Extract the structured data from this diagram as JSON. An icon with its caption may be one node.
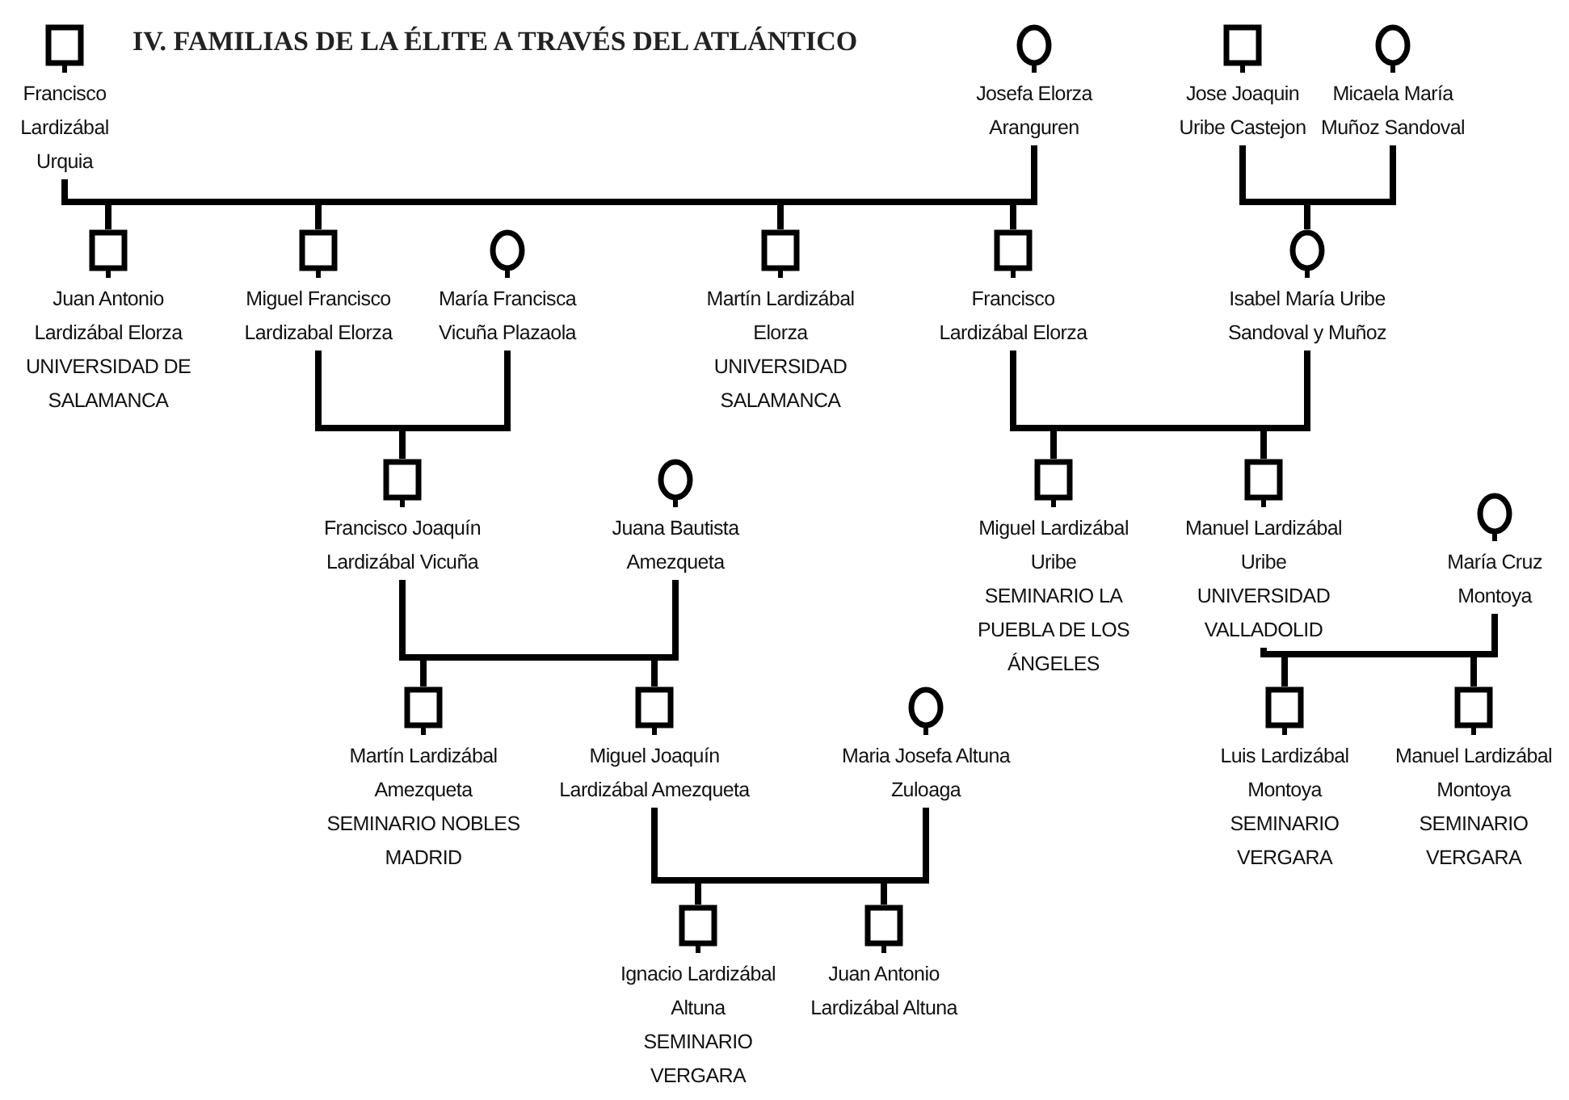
{
  "diagram": {
    "title": "IV. FAMILIAS DE LA ÉLITE A TRAVÉS DEL ATLÁNTICO",
    "nodes": [
      {
        "text": [],
        "shape": "box",
        "beside": [
          "Francisco Lardizábal Urquia"
        ]
      },
      {
        "text": [],
        "shape": "circle",
        "beside": [
          "Josefa Elorza Aranguren"
        ]
      },
      {
        "text": [],
        "shape": "box",
        "beside": [
          "Jose Joaquin Uribe Castejon"
        ]
      },
      {
        "text": [],
        "shape": "circle",
        "beside": [
          "Micaela María Muñoz Sandoval"
        ]
      },
      {
        "text": [],
        "shape": "box",
        "beside": [
          "Juan Antonio Lardizábal Elorza",
          "UNIVERSIDAD DE SALAMANCA"
        ]
      },
      {
        "text": [],
        "shape": "box",
        "beside": [
          "Miguel Francisco Lardizabal Elorza"
        ]
      },
      {
        "text": [],
        "shape": "circle",
        "beside": [
          "María Francisca Vicuña Plazaola"
        ]
      },
      {
        "text": [],
        "shape": "box",
        "beside": [
          "Martín Lardizábal Elorza",
          "UNIVERSIDAD SALAMANCA"
        ]
      },
      {
        "text": [],
        "shape": "box",
        "beside": [
          "Francisco Lardizábal Elorza"
        ]
      },
      {
        "text": [],
        "shape": "circle",
        "beside": [
          "Isabel María Uribe Sandoval y Muñoz"
        ]
      },
      {
        "text": [],
        "shape": "box",
        "beside": [
          "Francisco Joaquín Lardizábal Vicuña"
        ]
      },
      {
        "text": [],
        "shape": "circle",
        "beside": [
          "Juana Bautista Amezqueta"
        ]
      },
      {
        "text": [],
        "shape": "box",
        "beside": [
          "Miguel Lardizábal Uribe",
          "SEMINARIO LA PUEBLA DE LOS ÁNGELES"
        ]
      },
      {
        "text": [],
        "shape": "box",
        "beside": [
          "Manuel Lardizábal Uribe",
          "UNIVERSIDAD VALLADOLID"
        ]
      },
      {
        "text": [],
        "shape": "circle",
        "beside": [
          "María Cruz Montoya"
        ]
      },
      {
        "text": [],
        "shape": "box",
        "beside": [
          "Martín Lardizábal Amezqueta",
          "SEMINARIO NOBLES MADRID"
        ]
      },
      {
        "text": [],
        "shape": "box",
        "beside": [
          "Miguel Joaquín Lardizábal Amezqueta"
        ]
      },
      {
        "text": [],
        "shape": "circle",
        "beside": [
          "Maria Josefa Altuna Zuloaga"
        ]
      },
      {
        "text": [],
        "shape": "box",
        "beside": [
          "Luis Lardizábal Montoya",
          "SEMINARIO VERGARA"
        ]
      },
      {
        "text": [],
        "shape": "box",
        "beside": [
          "Manuel Lardizábal Montoya",
          "SEMINARIO VERGARA"
        ]
      },
      {
        "text": [],
        "shape": "box",
        "beside": [
          "Ignacio Lardizábal Altuna",
          "SEMINARIO VERGARA"
        ]
      },
      {
        "text": [],
        "shape": "box",
        "beside": [
          "Juan Antonio Lardizábal Altuna"
        ]
      }
    ],
    "edges": [
      {
        "from": 0,
        "to": 4,
        "arrow": "none"
      },
      {
        "from": 1,
        "to": 4,
        "arrow": "none"
      },
      {
        "from": 0,
        "to": 5,
        "arrow": "none"
      },
      {
        "from": 1,
        "to": 5,
        "arrow": "none"
      },
      {
        "from": 0,
        "to": 7,
        "arrow": "none"
      },
      {
        "from": 1,
        "to": 7,
        "arrow": "none"
      },
      {
        "from": 0,
        "to": 8,
        "arrow": "none"
      },
      {
        "from": 1,
        "to": 8,
        "arrow": "none"
      },
      {
        "from": 2,
        "to": 9,
        "arrow": "none"
      },
      {
        "from": 3,
        "to": 9,
        "arrow": "none"
      },
      {
        "from": 5,
        "to": 10,
        "arrow": "none"
      },
      {
        "from": 6,
        "to": 10,
        "arrow": "none"
      },
      {
        "from": 8,
        "to": 12,
        "arrow": "none"
      },
      {
        "from": 9,
        "to": 12,
        "arrow": "none"
      },
      {
        "from": 8,
        "to": 13,
        "arrow": "none"
      },
      {
        "from": 9,
        "to": 13,
        "arrow": "none"
      },
      {
        "from": 10,
        "to": 15,
        "arrow": "none"
      },
      {
        "from": 11,
        "to": 15,
        "arrow": "none"
      },
      {
        "from": 10,
        "to": 16,
        "arrow": "none"
      },
      {
        "from": 11,
        "to": 16,
        "arrow": "none"
      },
      {
        "from": 13,
        "to": 18,
        "arrow": "none"
      },
      {
        "from": 14,
        "to": 18,
        "arrow": "none"
      },
      {
        "from": 13,
        "to": 19,
        "arrow": "none"
      },
      {
        "from": 14,
        "to": 19,
        "arrow": "none"
      },
      {
        "from": 16,
        "to": 20,
        "arrow": "none"
      },
      {
        "from": 17,
        "to": 20,
        "arrow": "none"
      },
      {
        "from": 16,
        "to": 21,
        "arrow": "none"
      },
      {
        "from": 17,
        "to": 21,
        "arrow": "none"
      }
    ]
  }
}
